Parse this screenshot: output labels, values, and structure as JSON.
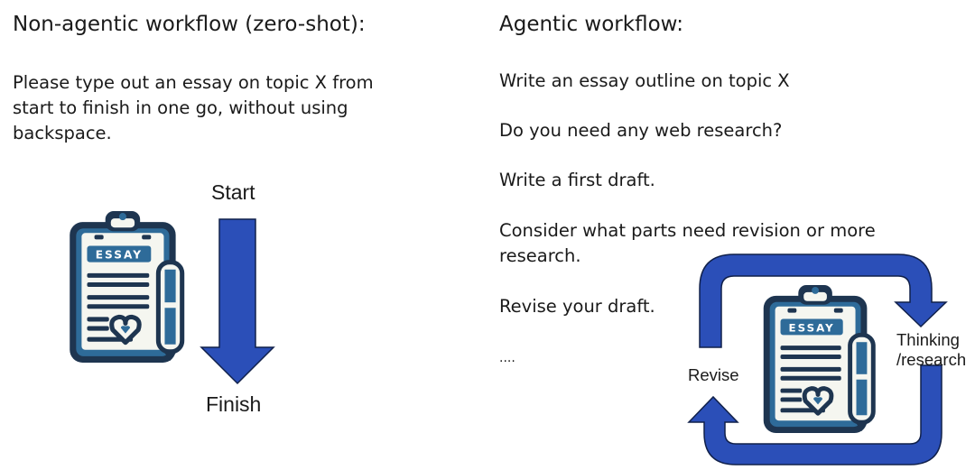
{
  "left": {
    "title": "Non-agentic workflow (zero-shot):",
    "prompt_lines": [
      "Please type out an essay on topic X from",
      "start to finish in one go, without using",
      "backspace."
    ],
    "start_label": "Start",
    "finish_label": "Finish",
    "clipboard_text": "ESSAY"
  },
  "right": {
    "title": "Agentic workflow:",
    "steps": [
      "Write an essay outline on topic X",
      "Do you need any web research?",
      "Write a first draft.",
      "Consider what parts need revision or more",
      "research.",
      "Revise your draft.",
      "...."
    ],
    "revise_label": "Revise",
    "thinking_label_1": "Thinking",
    "thinking_label_2": "/research",
    "clipboard_text": "ESSAY"
  },
  "colors": {
    "arrow": "#2b4fb8",
    "navy": "#1e3550",
    "blue": "#2e6b99",
    "paper": "#f5f6f0"
  }
}
